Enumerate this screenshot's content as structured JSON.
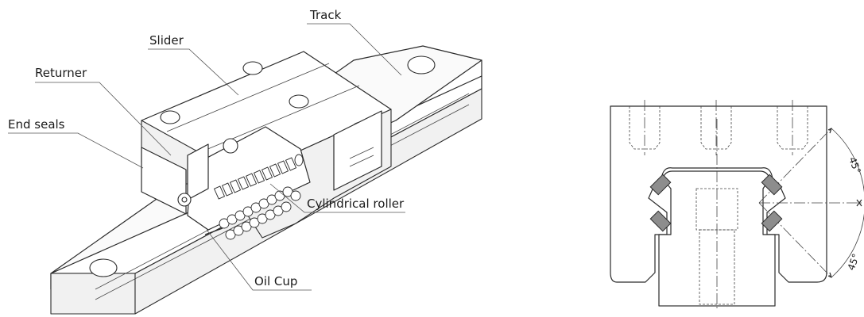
{
  "labels": {
    "track": "Track",
    "slider": "Slider",
    "returner": "Returner",
    "end_seals": "End seals",
    "cylindrical_roller": "Cylindrical roller",
    "oil_cup": "Oil Cup"
  },
  "section_view": {
    "contact_angle_upper": "45°",
    "contact_angle_lower": "45°"
  },
  "colors": {
    "line": "#2a2a2a",
    "roller_seat": "#8d8d8d"
  }
}
